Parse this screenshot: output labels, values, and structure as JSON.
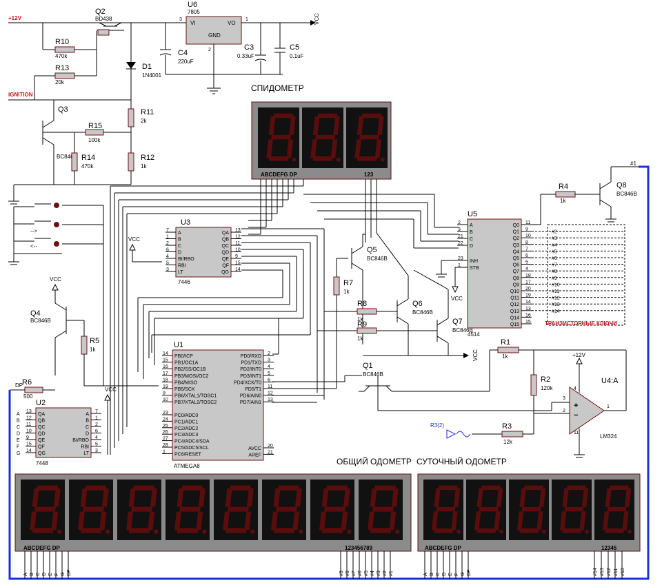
{
  "power": {
    "plus12v": "+12V",
    "vcc": "VCC",
    "ignition": "IGNITION"
  },
  "components": {
    "q2": "Q2",
    "q2_type": "BD438",
    "u6": "U6",
    "u6_type": "7805",
    "u6_vi": "VI",
    "u6_vo": "VO",
    "u6_gnd": "GND",
    "u6_pin1": "1",
    "u6_pin2": "2",
    "u6_pin3": "3",
    "r10": "R10",
    "r10_v": "470k",
    "r13": "R13",
    "r13_v": "20k",
    "d1": "D1",
    "d1_type": "1N4001",
    "c4": "C4",
    "c4_v": "220uF",
    "c3": "C3",
    "c3_v": "0.33uF",
    "c5": "C5",
    "c5_v": "0.1uF",
    "q3": "Q3",
    "q3_type": "BC846",
    "r15": "R15",
    "r15_v": "100k",
    "r14": "R14",
    "r14_v": "470k",
    "r11": "R11",
    "r11_v": "2k",
    "r12": "R12",
    "r12_v": "1k",
    "u3": "U3",
    "u3_type": "7446",
    "q4": "Q4",
    "q4_type": "BC846B",
    "r5": "R5",
    "r5_v": "1k",
    "r6": "R6",
    "r6_v": "500",
    "dp_label": "DP",
    "u2": "U2",
    "u2_type": "7448",
    "u1": "U1",
    "u1_type": "ATMEGA8",
    "q5": "Q5",
    "q5_type": "BC846B",
    "r7": "R7",
    "r7_v": "1k",
    "r8": "R8",
    "r8_v": "1k",
    "r9": "R9",
    "r9_v": "1k",
    "q6": "Q6",
    "q6_type": "BC846B",
    "q7": "Q7",
    "q7_type": "BC846B",
    "q1": "Q1",
    "q1_type": "BC846B",
    "u5": "U5",
    "u5_type": "4514",
    "r4": "R4",
    "r4_v": "1k",
    "q8": "Q8",
    "q8_type": "BC846B",
    "r1": "R1",
    "r1_v": "1k",
    "r2": "R2",
    "r2_v": "120k",
    "r3": "R3",
    "r3_v": "12k",
    "r3_src": "R3(2)",
    "u4": "U4:A",
    "u4_type": "LM324",
    "u4_p3": "3",
    "u4_p2": "2",
    "u4_p1": "1",
    "u4_p4": "4",
    "u4_p11": "11"
  },
  "labels": {
    "speedometer": "СПИДОМЕТР",
    "odometer_total": "ОБЩИЙ ОДОМЕТР",
    "odometer_trip": "СУТОЧНЫЙ ОДОМЕТР",
    "transistor_keys": "ТРАНЗИСТОРНЫЕ КЛЮЧИ",
    "speed_seg_label": "ABCDEFG  DP",
    "speed_dig_label": "123",
    "odo_seg_label": "ABCDEFG  DP",
    "odo_dig_label": "123456789",
    "trip_seg_label": "ABCDEFG  DP",
    "trip_dig_label": "12345",
    "net1": "#1",
    "switch_plus": "-->",
    "switch_minus": "<--"
  },
  "u3_pins_left": [
    {
      "num": "7",
      "name": "A"
    },
    {
      "num": "1",
      "name": "B"
    },
    {
      "num": "2",
      "name": "C"
    },
    {
      "num": "6",
      "name": "D"
    },
    {
      "num": "4",
      "name": "BI/RBO"
    },
    {
      "num": "5",
      "name": "RBI"
    },
    {
      "num": "3",
      "name": "LT"
    }
  ],
  "u3_pins_right": [
    {
      "num": "13",
      "name": "QA"
    },
    {
      "num": "12",
      "name": "QB"
    },
    {
      "num": "11",
      "name": "QC"
    },
    {
      "num": "10",
      "name": "QD"
    },
    {
      "num": "9",
      "name": "QE"
    },
    {
      "num": "15",
      "name": "QF"
    },
    {
      "num": "14",
      "name": "QG"
    }
  ],
  "u2_pins_left": [
    {
      "num": "13",
      "name": "QA",
      "net": "A"
    },
    {
      "num": "12",
      "name": "QB",
      "net": "B"
    },
    {
      "num": "11",
      "name": "QC",
      "net": "C"
    },
    {
      "num": "10",
      "name": "QD",
      "net": "D"
    },
    {
      "num": "9",
      "name": "QE",
      "net": "E"
    },
    {
      "num": "15",
      "name": "QF",
      "net": "F"
    },
    {
      "num": "14",
      "name": "QG",
      "net": "G"
    }
  ],
  "u2_pins_right": [
    {
      "num": "7",
      "name": "A"
    },
    {
      "num": "1",
      "name": "B"
    },
    {
      "num": "2",
      "name": "C"
    },
    {
      "num": "6",
      "name": "D"
    },
    {
      "num": "4",
      "name": "BI/RBO"
    },
    {
      "num": "5",
      "name": "RBI"
    },
    {
      "num": "3",
      "name": "LT"
    }
  ],
  "u1_pins_left": [
    {
      "num": "14",
      "name": "PB0/ICP"
    },
    {
      "num": "15",
      "name": "PB1/OC1A"
    },
    {
      "num": "16",
      "name": "PB2/SS/OC1B"
    },
    {
      "num": "17",
      "name": "PB3/MOSI/OC2"
    },
    {
      "num": "18",
      "name": "PB4/MISO"
    },
    {
      "num": "19",
      "name": "PB5/SCK"
    },
    {
      "num": "9",
      "name": "PB6/XTAL1/TOSC1"
    },
    {
      "num": "10",
      "name": "PB7/XTAL2/TOSC2"
    },
    {
      "num": "23",
      "name": "PC0/ADC0"
    },
    {
      "num": "24",
      "name": "PC1/ADC1"
    },
    {
      "num": "25",
      "name": "PC2/ADC2"
    },
    {
      "num": "26",
      "name": "PC3/ADC3"
    },
    {
      "num": "27",
      "name": "PC4/ADC4/SDA"
    },
    {
      "num": "28",
      "name": "PC5/ADC5/SCL"
    },
    {
      "num": "1",
      "name": "PC6/RESET"
    }
  ],
  "u1_pins_right": [
    {
      "num": "2",
      "name": "PD0/RXD"
    },
    {
      "num": "3",
      "name": "PD1/TXD"
    },
    {
      "num": "4",
      "name": "PD2/INT0"
    },
    {
      "num": "5",
      "name": "PD3/INT1"
    },
    {
      "num": "6",
      "name": "PD4/XCK/T0"
    },
    {
      "num": "11",
      "name": "PD5/T1"
    },
    {
      "num": "12",
      "name": "PD6/AIN0"
    },
    {
      "num": "13",
      "name": "PD7/AIN1"
    },
    {
      "num": "20",
      "name": "AVCC"
    },
    {
      "num": "21",
      "name": "AREF"
    }
  ],
  "u5_pins_left": [
    {
      "num": "2",
      "name": "A"
    },
    {
      "num": "3",
      "name": "B"
    },
    {
      "num": "21",
      "name": "C"
    },
    {
      "num": "22",
      "name": "D"
    },
    {
      "num": "23",
      "name": "INH"
    },
    {
      "num": "1",
      "name": "STB"
    }
  ],
  "u5_pins_right": [
    {
      "num": "11",
      "name": "Q0",
      "net": ""
    },
    {
      "num": "9",
      "name": "Q1",
      "net": "#2"
    },
    {
      "num": "10",
      "name": "Q2",
      "net": "#3"
    },
    {
      "num": "8",
      "name": "Q3",
      "net": "#4"
    },
    {
      "num": "7",
      "name": "Q4",
      "net": "#5"
    },
    {
      "num": "6",
      "name": "Q5",
      "net": "#6"
    },
    {
      "num": "5",
      "name": "Q6",
      "net": "#7"
    },
    {
      "num": "4",
      "name": "Q7",
      "net": "#8"
    },
    {
      "num": "18",
      "name": "Q8",
      "net": "#9"
    },
    {
      "num": "17",
      "name": "Q9",
      "net": "#10"
    },
    {
      "num": "20",
      "name": "Q10",
      "net": "#11"
    },
    {
      "num": "19",
      "name": "Q11",
      "net": "#12"
    },
    {
      "num": "14",
      "name": "Q12",
      "net": "#13"
    },
    {
      "num": "13",
      "name": "Q13",
      "net": "#14"
    },
    {
      "num": "16",
      "name": "Q14",
      "net": ""
    },
    {
      "num": "15",
      "name": "Q15",
      "net": ""
    }
  ],
  "odo_bottom_pins": [
    "A",
    "B",
    "C",
    "D",
    "E",
    "F",
    "G",
    "DP"
  ],
  "odo_digit_pins": [
    "#9",
    "#8",
    "#7",
    "#6",
    "#5",
    "#4",
    "#3",
    "#2",
    "#1"
  ],
  "trip_bottom_pins": [
    "A",
    "B",
    "C",
    "D",
    "E",
    "F",
    "G",
    "DP"
  ],
  "trip_digit_pins": [
    "#14",
    "#13",
    "#12",
    "#11",
    "#10"
  ],
  "colors": {
    "display_body": "#8b8b8b",
    "display_face": "#111111",
    "segment_off": "#5a0d0d",
    "ic_body": "#c8c8c8",
    "net_blue": "#1d2fd6",
    "label_red": "#c0151b"
  }
}
